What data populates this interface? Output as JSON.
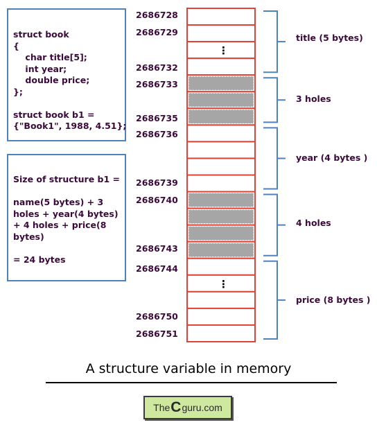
{
  "code_box": {
    "lines": [
      "struct book",
      "{",
      "    char title[5];",
      "    int year;",
      "    double price;",
      "};",
      "",
      "struct book b1 =",
      "{\"Book1\", 1988, 4.51};"
    ]
  },
  "size_box": {
    "lines": [
      "Size of structure b1 =",
      "",
      "name(5 bytes) + 3",
      "holes + year(4 bytes)",
      "+ 4 holes + price(8",
      "bytes)",
      "",
      "= 24 bytes"
    ]
  },
  "addresses": [
    "2686728",
    "2686729",
    "2686732",
    "2686733",
    "2686735",
    "2686736",
    "2686739",
    "2686740",
    "2686743",
    "2686744",
    "2686750",
    "2686751"
  ],
  "memory": {
    "ellipsis": "⋮",
    "cells": [
      {
        "kind": "byte",
        "group": "title"
      },
      {
        "kind": "byte",
        "group": "title"
      },
      {
        "kind": "ellipsis",
        "group": "title"
      },
      {
        "kind": "byte",
        "group": "title"
      },
      {
        "kind": "hole",
        "group": "holes1"
      },
      {
        "kind": "hole",
        "group": "holes1"
      },
      {
        "kind": "hole",
        "group": "holes1"
      },
      {
        "kind": "byte",
        "group": "year"
      },
      {
        "kind": "byte",
        "group": "year"
      },
      {
        "kind": "byte",
        "group": "year"
      },
      {
        "kind": "byte",
        "group": "year"
      },
      {
        "kind": "hole",
        "group": "holes2"
      },
      {
        "kind": "hole",
        "group": "holes2"
      },
      {
        "kind": "hole",
        "group": "holes2"
      },
      {
        "kind": "hole",
        "group": "holes2"
      },
      {
        "kind": "byte",
        "group": "price"
      },
      {
        "kind": "ellipsis",
        "group": "price"
      },
      {
        "kind": "byte",
        "group": "price"
      },
      {
        "kind": "byte",
        "group": "price"
      },
      {
        "kind": "byte",
        "group": "price"
      }
    ]
  },
  "groups": [
    {
      "id": "title",
      "label": "title (5 bytes)"
    },
    {
      "id": "holes1",
      "label": "3 holes"
    },
    {
      "id": "year",
      "label": "year (4 bytes )"
    },
    {
      "id": "holes2",
      "label": "4 holes"
    },
    {
      "id": "price",
      "label": "price (8 bytes )"
    }
  ],
  "caption": "A structure variable in memory",
  "logo": {
    "pre": "The",
    "big": "C",
    "post": "guru.com"
  },
  "colors": {
    "cell_border": "#e0423a",
    "hole_fill": "#a6a6a6",
    "brace": "#4f81bd",
    "code_text": "#3b0a3b"
  }
}
